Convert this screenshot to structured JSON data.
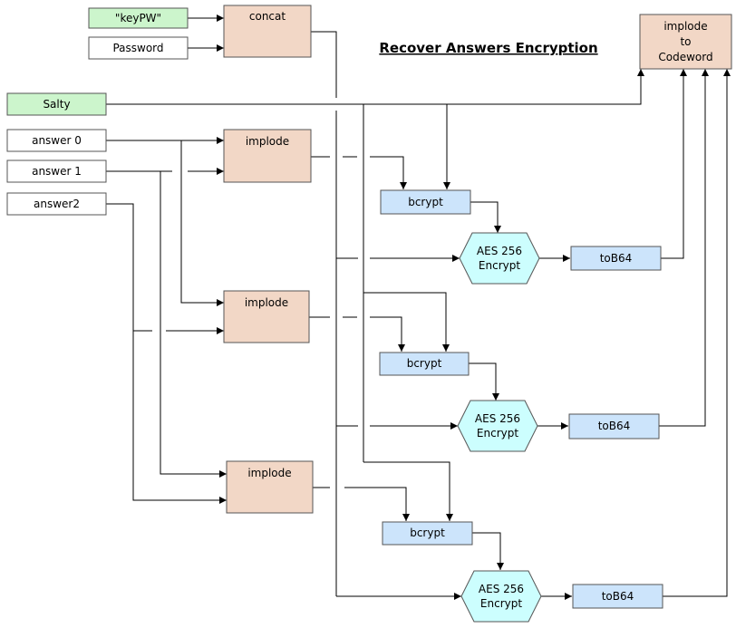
{
  "title": "Recover Answers Encryption",
  "colors": {
    "input_green": "#ccf5cc",
    "input_white": "#ffffff",
    "process_peach": "#f2d7c6",
    "bcrypt_blue": "#cce4fb",
    "aes_cyan": "#ccfefe",
    "tob64_blue": "#cce4fb",
    "line": "#000000"
  },
  "inputs": {
    "keypw": "\"keyPW\"",
    "password": "Password",
    "salty": "Salty",
    "answer0": "answer 0",
    "answer1": "answer 1",
    "answer2": "answer2"
  },
  "nodes": {
    "concat": "concat",
    "implode": "implode",
    "bcrypt": "bcrypt",
    "aes_line1": "AES 256",
    "aes_line2": "Encrypt",
    "tob64": "toB64",
    "final_line1": "implode",
    "final_line2": "to",
    "final_line3": "Codeword"
  }
}
